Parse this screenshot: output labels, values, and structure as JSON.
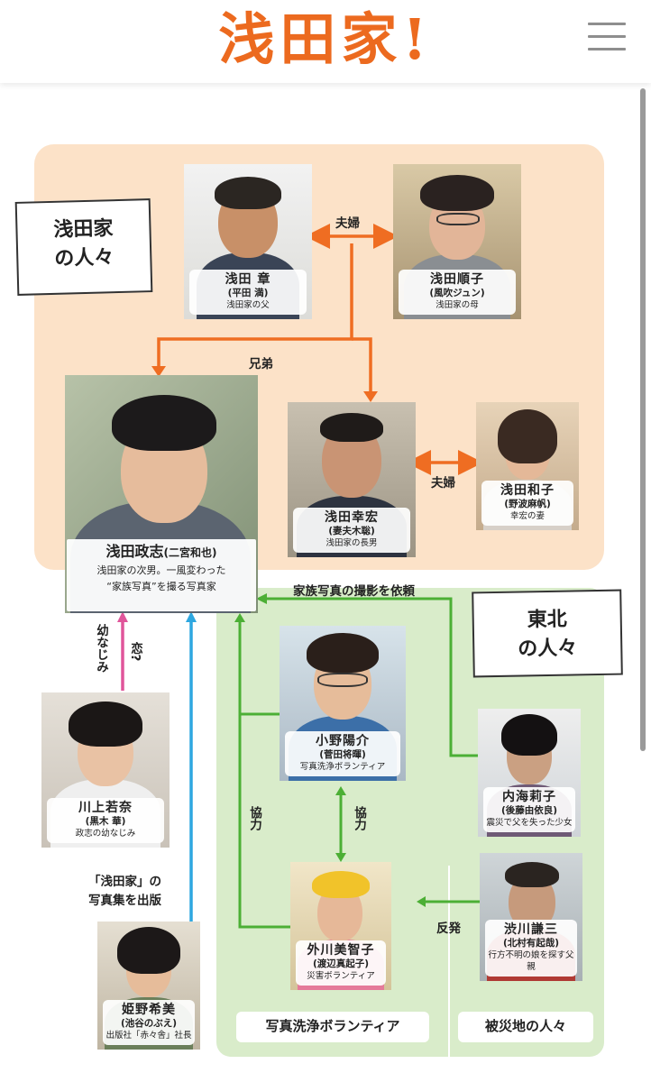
{
  "header": {
    "logo": "浅田家!"
  },
  "groups": {
    "family": [
      "浅田家",
      "の人々"
    ],
    "tohoku": [
      "東北",
      "の人々"
    ]
  },
  "tags": {
    "volunteer": "写真洗浄ボランティア",
    "disaster": "被災地の人々"
  },
  "relations": {
    "couple": "夫婦",
    "brothers": "兄弟",
    "couple2": "夫婦",
    "request": "家族写真の撮影を依頼",
    "childhood": "幼なじみ",
    "love": "恋?",
    "publish": [
      "「浅田家」の",
      "写真集を出版"
    ],
    "coop_left": "協力",
    "coop_mid": "協力",
    "oppose": "反発"
  },
  "people": {
    "akira": {
      "name": "浅田 章",
      "actor": "(平田 満)",
      "role": "浅田家の父"
    },
    "junko": {
      "name": "浅田順子",
      "actor": "(風吹ジュン)",
      "role": "浅田家の母"
    },
    "masashi": {
      "name": "浅田政志",
      "actor": "(二宮和也)",
      "desc": [
        "浅田家の次男。一風変わった",
        "“家族写真”を撮る写真家"
      ]
    },
    "yukihiro": {
      "name": "浅田幸宏",
      "actor": "(妻夫木聡)",
      "role": "浅田家の長男"
    },
    "kazuko": {
      "name": "浅田和子",
      "actor": "(野波麻帆)",
      "role": "幸宏の妻"
    },
    "ono": {
      "name": "小野陽介",
      "actor": "(菅田将暉)",
      "role": "写真洗浄ボランティア"
    },
    "uchiumi": {
      "name": "内海莉子",
      "actor": "(後藤由依良)",
      "role": "震災で父を失った少女"
    },
    "kawakami": {
      "name": "川上若奈",
      "actor": "(黒木 華)",
      "role": "政志の幼なじみ"
    },
    "tonogawa": {
      "name": "外川美智子",
      "actor": "(渡辺真起子)",
      "role": "災害ボランティア"
    },
    "shibukawa": {
      "name": "渋川謙三",
      "actor": "(北村有起哉)",
      "role": "行方不明の娘を探す父親"
    },
    "himeno": {
      "name": "姫野希美",
      "actor": "(池谷のぶえ)",
      "role": "出版社「赤々舎」社長"
    }
  },
  "colors": {
    "accent": "#ec6a1f",
    "family_bg": "#fce2c8",
    "tohoku_bg": "#d9ecca",
    "green": "#4caf35",
    "pink": "#e0559a",
    "blue": "#2ea7e0"
  }
}
